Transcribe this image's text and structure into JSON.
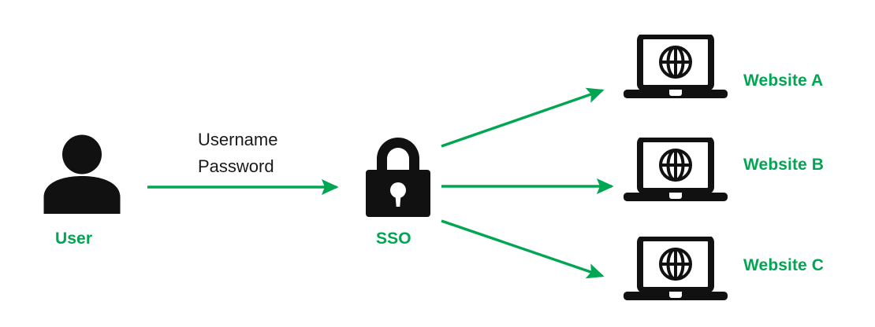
{
  "diagram": {
    "type": "single-sign-on-flow",
    "background": "#ffffff",
    "accent_color": "#00a651",
    "icon_color": "#111111",
    "text_color": "#1a1a1a"
  },
  "actor": {
    "label": "User",
    "icon": "user-icon"
  },
  "credentials": {
    "line1": "Username",
    "line2": "Password"
  },
  "sso": {
    "label": "SSO",
    "icon": "lock-icon"
  },
  "targets": [
    {
      "label": "Website A",
      "icon": "laptop-globe-icon"
    },
    {
      "label": "Website B",
      "icon": "laptop-globe-icon"
    },
    {
      "label": "Website C",
      "icon": "laptop-globe-icon"
    }
  ],
  "arrows": [
    {
      "name": "user-to-sso-arrow",
      "from": "user",
      "to": "sso"
    },
    {
      "name": "sso-to-website-a-arrow",
      "from": "sso",
      "to": "website-a"
    },
    {
      "name": "sso-to-website-b-arrow",
      "from": "sso",
      "to": "website-b"
    },
    {
      "name": "sso-to-website-c-arrow",
      "from": "sso",
      "to": "website-c"
    }
  ]
}
